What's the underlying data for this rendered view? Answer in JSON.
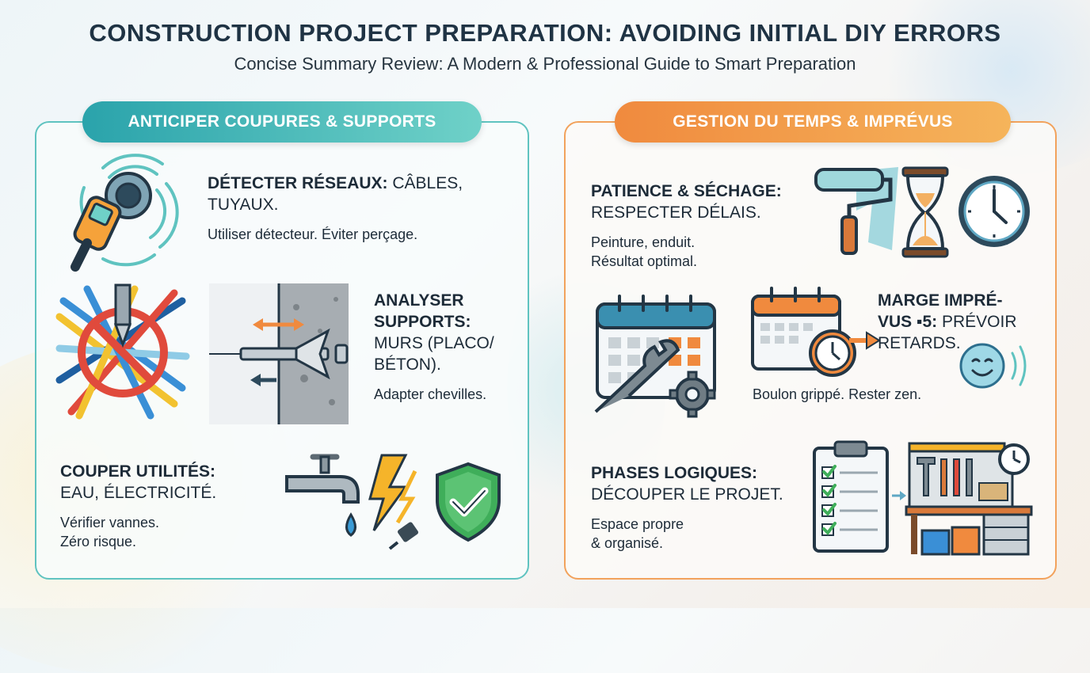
{
  "title": "CONSTRUCTION PROJECT PREPARATION: AVOIDING INITIAL DIY ERRORS",
  "subtitle": "Concise Summary Review: A Modern & Professional Guide to Smart Preparation",
  "left_panel": {
    "header": "ANTICIPER COUPURES & SUPPORTS",
    "items": [
      {
        "head": "DÉTECTER RÉSEAUX:",
        "head_rest": "CÂBLES, TUYAUX.",
        "desc": "Utiliser détecteur. Éviter perçage."
      },
      {
        "head": "ANALYSER SUPPORTS:",
        "head_rest": "MURS (PLACO/ BÉTON).",
        "desc": "Adapter chevilles."
      },
      {
        "head": "COUPER UTILITÉS:",
        "head_rest": "EAU, ÉLECTRICITÉ.",
        "desc_line1": "Vérifier vannes.",
        "desc_line2": "Zéro risque."
      }
    ]
  },
  "right_panel": {
    "header": "GESTION DU TEMPS & IMPRÉVUS",
    "items": [
      {
        "head": "PATIENCE & SÉCHAGE:",
        "head_rest": "RESPECTER DÉLAIS.",
        "desc_line1": "Peinture, enduit.",
        "desc_line2": "Résultat optimal."
      },
      {
        "head_line1": "MARGE IMPRÉ-",
        "head_line2a": "VUS ",
        "head_line2b": "▪5:",
        "head_rest": " PRÉVOIR",
        "head_line3": "RETARDS.",
        "desc": "Boulon grippé. Rester zen."
      },
      {
        "head": "PHASES LOGIQUES:",
        "head_rest": "DÉCOUPER LE PROJET.",
        "desc_line1": "Espace propre",
        "desc_line2": "& organisé."
      }
    ]
  },
  "colors": {
    "teal": "#2aa3ab",
    "orange": "#f08a3e",
    "red": "#e04a3c",
    "green": "#4caf50"
  }
}
